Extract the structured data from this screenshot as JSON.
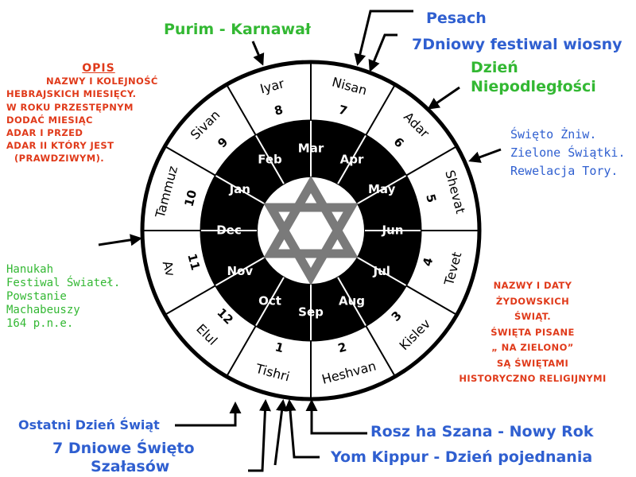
{
  "wheel": {
    "gregorian": [
      "Sep",
      "Oct",
      "Nov",
      "Dec",
      "Jan",
      "Feb",
      "Mar",
      "Apr",
      "May",
      "Jun",
      "Jul",
      "Aug"
    ],
    "hebrew": [
      {
        "number": "1",
        "name": "Tishri"
      },
      {
        "number": "2",
        "name": "Heshvan"
      },
      {
        "number": "3",
        "name": "Kislev"
      },
      {
        "number": "4",
        "name": "Tevet"
      },
      {
        "number": "5",
        "name": "Shevat"
      },
      {
        "number": "6",
        "name": "Adar"
      },
      {
        "number": "7",
        "name": "Nisan"
      },
      {
        "number": "8",
        "name": "Iyar"
      },
      {
        "number": "9",
        "name": "Sivan"
      },
      {
        "number": "10",
        "name": "Tammuz"
      },
      {
        "number": "11",
        "name": "Av"
      },
      {
        "number": "12",
        "name": "Elul"
      }
    ]
  },
  "labels": {
    "purim": "Purim - Karnawał",
    "pesach": "Pesach",
    "spring_festival": "7Dniowy festiwal wiosny",
    "independence_1": "Dzień",
    "independence_2": "Niepodległości",
    "shavuot_1": "Święto Żniw.",
    "shavuot_2": "Zielone Świątki.",
    "shavuot_3": "Rewelacja Tory.",
    "hanukkah": [
      "Hanukah",
      "Festiwal Świateł.",
      "Powstanie",
      "Machabeuszy",
      "164 p.n.e."
    ],
    "last_day": "Ostatni Dzień Świąt",
    "sukkot_1": "7 Dniowe  Święto",
    "sukkot_2": "Szałasów",
    "rosh": "Rosz ha Szana - Nowy Rok",
    "yom": "Yom Kippur - Dzień pojednania"
  },
  "opis": {
    "title": "OPIS",
    "lines": [
      "NAZWY I KOLEJNOŚĆ",
      "HEBRAJSKICH MIESIĘCY.",
      "W ROKU PRZESTĘPNYM",
      "DODAĆ MIESIĄC",
      "ADAR I PRZED",
      "ADAR II KTÓRY JEST",
      "(PRAWDZIWYM)."
    ]
  },
  "names_note": {
    "lines": [
      "NAZWY I DATY",
      "ŻYDOWSKICH",
      "ŚWIĄT.",
      "ŚWIĘTA PISANE",
      "„ NA ZIELONO”",
      "SĄ ŚWIĘTAMI",
      "HISTORYCZNO RELIGIJNYMI"
    ]
  },
  "colors": {
    "green": "#33b833",
    "blue": "#2f5fd0",
    "red": "#e03a1a",
    "ring": "#000000",
    "star": "#7a7a7a"
  }
}
